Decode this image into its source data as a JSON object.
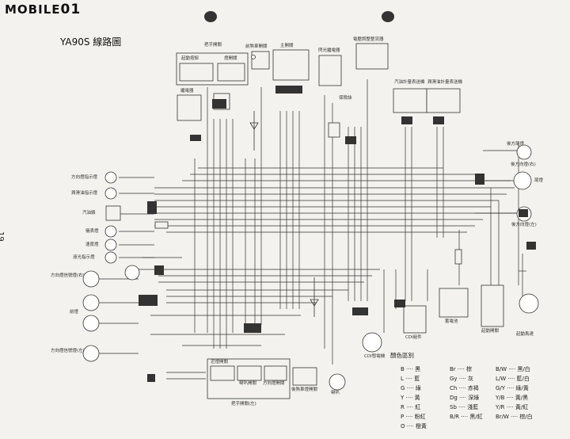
{
  "header": {
    "logo": "MOBILE",
    "logo_mark": "01",
    "title": "YA90S 線路圖",
    "page_number": "19"
  },
  "components": {
    "handle_switch_right": "把手開關",
    "start_button": "起動按鈕",
    "main_switch_unit": "燈開關",
    "front_brake_switch": "前煞車開關",
    "main_switch": "主開關",
    "flasher_relay": "閃光繼電器",
    "rectifier_regulator": "電壓調整整流器",
    "tail_brake_light": "後方尾燈",
    "fuse": "保險絲",
    "fuel_gauge": "汽油計量表送機",
    "oil_gauge": "潤滑油計量表送機",
    "starter_relay": "繼電器",
    "front_right_turn": "方向燈指示燈",
    "oil_indicator": "潤滑油指示燈",
    "fuel_meter": "汽油錶",
    "meter_light": "儀表燈",
    "speedo_light": "速度燈",
    "high_beam": "遠光指示燈",
    "front_turn_right": "方向燈信號燈(右)",
    "headlight": "前燈",
    "front_turn_left": "方向燈信號燈(左)",
    "rear_turn_right": "後方向燈(右)",
    "taillight": "尾燈",
    "rear_turn_left": "後方向燈(左)",
    "horn": "喇叭",
    "rear_brake_switch": "後煞車燈開關",
    "handle_switch_left": "把手開關(左)",
    "dimmer": "近燈開關",
    "horn_switch": "喇叭開關",
    "turn_switch": "方向燈開關",
    "cdi_magneto": "CDI發電機",
    "cdi_unit": "CDI組件",
    "battery": "蓄電池",
    "starter_switch": "起動開關",
    "starter_motor": "起動馬達"
  },
  "legend": {
    "title": "顏色區別",
    "entries": [
      {
        "code": "B",
        "name": "黑"
      },
      {
        "code": "L",
        "name": "藍"
      },
      {
        "code": "G",
        "name": "綠"
      },
      {
        "code": "Y",
        "name": "黃"
      },
      {
        "code": "R",
        "name": "紅"
      },
      {
        "code": "P",
        "name": "粉紅"
      },
      {
        "code": "O",
        "name": "橙黃"
      },
      {
        "code": "Br",
        "name": "棕"
      },
      {
        "code": "Gy",
        "name": "灰"
      },
      {
        "code": "Ch",
        "name": "赤褐"
      },
      {
        "code": "Dg",
        "name": "深綠"
      },
      {
        "code": "Sb",
        "name": "淺藍"
      },
      {
        "code": "B/R",
        "name": "黑/紅"
      },
      {
        "code": "B/W",
        "name": "黑/白"
      },
      {
        "code": "L/W",
        "name": "藍/白"
      },
      {
        "code": "G/Y",
        "name": "綠/黃"
      },
      {
        "code": "Y/B",
        "name": "黃/黑"
      },
      {
        "code": "Y/R",
        "name": "黃/紅"
      },
      {
        "code": "Br/W",
        "name": "棕/白"
      }
    ]
  }
}
